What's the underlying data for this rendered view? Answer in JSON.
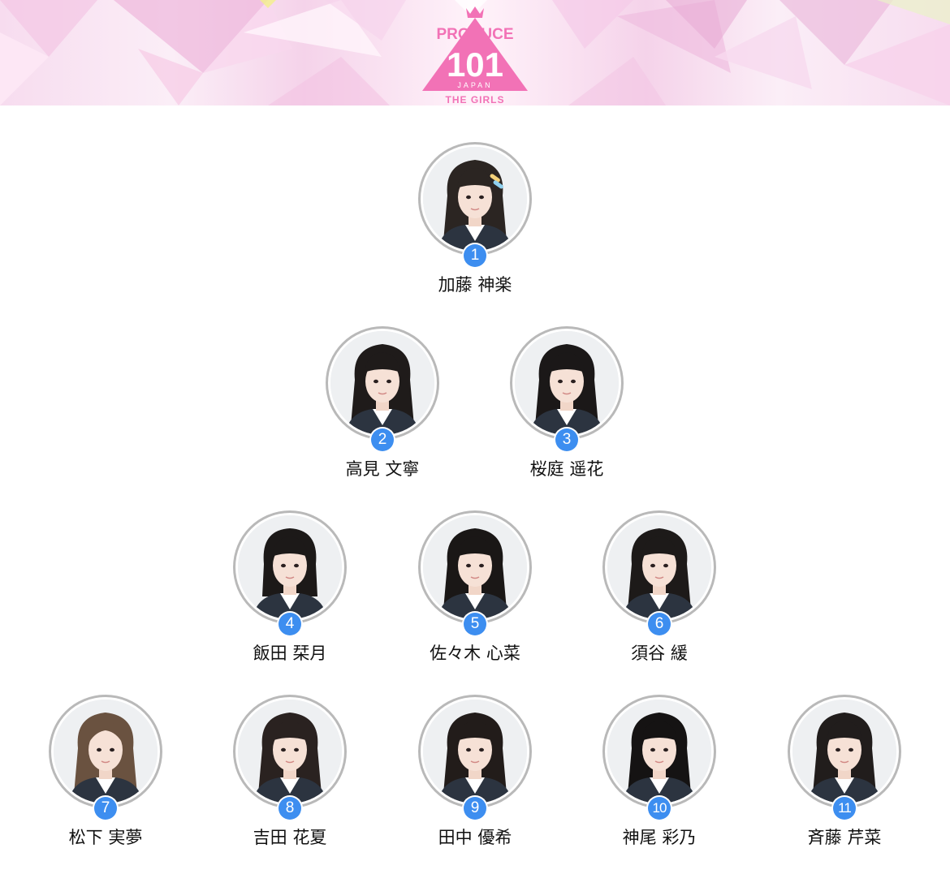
{
  "header": {
    "logo_top": "PRODUCE",
    "logo_number": "101",
    "logo_country": "JAPAN",
    "logo_subtitle": "THE GIRLS",
    "brand_color": "#f272b6"
  },
  "ranking": {
    "badge_color": "#3d8ef0",
    "members": [
      {
        "rank": "1",
        "name": "加藤 神楽",
        "hair": "#2b2522",
        "style": "clip"
      },
      {
        "rank": "2",
        "name": "高見 文寧",
        "hair": "#1f1b1a",
        "style": "bangs"
      },
      {
        "rank": "3",
        "name": "桜庭 遥花",
        "hair": "#1b1818",
        "style": "bangs"
      },
      {
        "rank": "4",
        "name": "飯田 栞月",
        "hair": "#1c1918",
        "style": "bob"
      },
      {
        "rank": "5",
        "name": "佐々木 心菜",
        "hair": "#1a1716",
        "style": "long"
      },
      {
        "rank": "6",
        "name": "須谷 緩",
        "hair": "#1d1a19",
        "style": "long"
      },
      {
        "rank": "7",
        "name": "松下 実夢",
        "hair": "#6a5240",
        "style": "wavy"
      },
      {
        "rank": "8",
        "name": "吉田 花夏",
        "hair": "#2a2220",
        "style": "bangs"
      },
      {
        "rank": "9",
        "name": "田中 優希",
        "hair": "#221c1a",
        "style": "long"
      },
      {
        "rank": "10",
        "name": "神尾 彩乃",
        "hair": "#151313",
        "style": "long"
      },
      {
        "rank": "11",
        "name": "斉藤 芹菜",
        "hair": "#211d1c",
        "style": "bangs"
      }
    ]
  }
}
